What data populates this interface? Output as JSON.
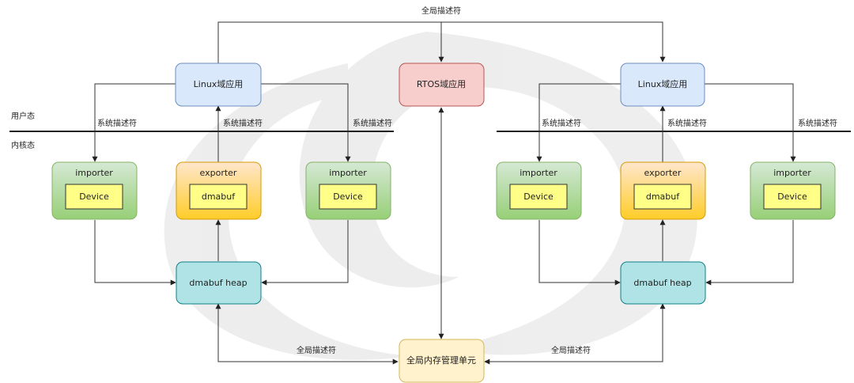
{
  "zones": {
    "user_space": "用户态",
    "kernel_space": "内核态"
  },
  "edge_labels": {
    "global_descriptor": "全局描述符",
    "system_descriptor": "系统描述符"
  },
  "center": {
    "rtos_app": "RTOS域应用",
    "global_mem_mgmt": "全局内存管理单元"
  },
  "left": {
    "linux_app": "Linux域应用",
    "importer_a": {
      "title": "importer",
      "inner": "Device"
    },
    "exporter": {
      "title": "exporter",
      "inner": "dmabuf"
    },
    "importer_b": {
      "title": "importer",
      "inner": "Device"
    },
    "heap": "dmabuf heap"
  },
  "right": {
    "linux_app": "Linux域应用",
    "importer_a": {
      "title": "importer",
      "inner": "Device"
    },
    "exporter": {
      "title": "exporter",
      "inner": "dmabuf"
    },
    "importer_b": {
      "title": "importer",
      "inner": "Device"
    },
    "heap": "dmabuf heap"
  },
  "colors": {
    "blue_fill": "#dae8fc",
    "blue_stroke": "#6c8ebf",
    "red_fill": "#f8cecc",
    "red_stroke": "#b85450",
    "green_fill": "#d5e8d4",
    "green_stroke": "#82b366",
    "orange_fill": "#ffe6cc",
    "orange_stroke": "#d79b00",
    "teal_fill": "#b0e3e6",
    "teal_stroke": "#0e8088",
    "yellow_fill": "#fff2cc",
    "yellow_stroke": "#d6b656",
    "device_fill": "#ffff88"
  }
}
